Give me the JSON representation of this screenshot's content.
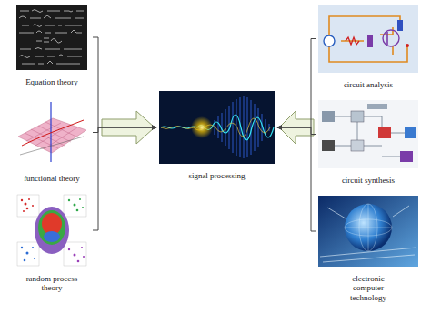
{
  "diagram": {
    "nodes": [
      {
        "text": [
          "Equation theory"
        ]
      },
      {
        "text": [
          "functional theory"
        ]
      },
      {
        "text": [
          "random process theory"
        ]
      },
      {
        "text": [
          "signal processing"
        ]
      },
      {
        "text": [
          "circuit analysis"
        ]
      },
      {
        "text": [
          "circuit synthesis"
        ]
      },
      {
        "text": [
          "electronic computer technology"
        ]
      }
    ],
    "edges": [
      {
        "from": 0,
        "to": 3,
        "arrow": "to"
      },
      {
        "from": 1,
        "to": 3,
        "arrow": "to"
      },
      {
        "from": 2,
        "to": 3,
        "arrow": "to"
      },
      {
        "from": 4,
        "to": 3,
        "arrow": "to"
      },
      {
        "from": 5,
        "to": 3,
        "arrow": "to"
      },
      {
        "from": 6,
        "to": 3,
        "arrow": "to"
      }
    ]
  }
}
